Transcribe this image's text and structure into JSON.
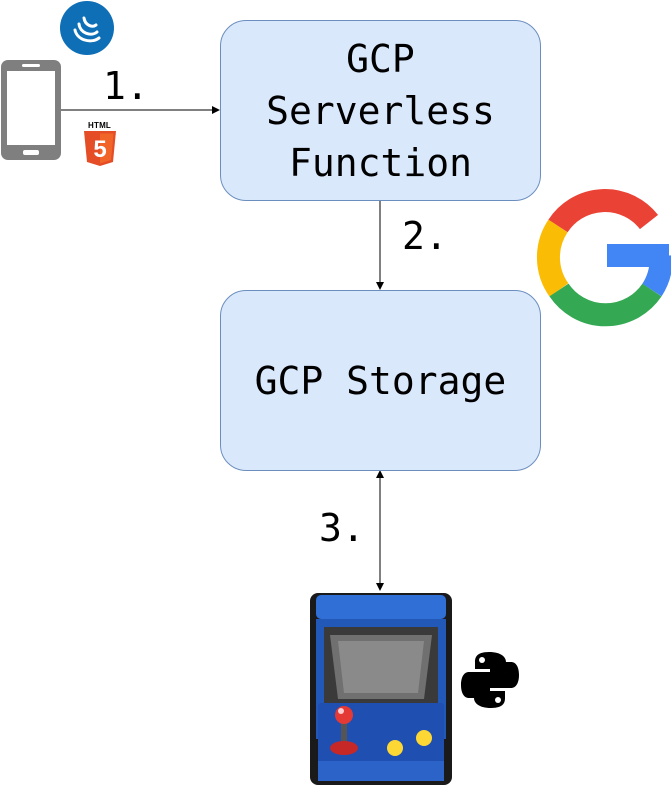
{
  "nodes": {
    "serverless_function": {
      "line1": "GCP",
      "line2": "Serverless",
      "line3": "Function"
    },
    "storage": {
      "label": "GCP Storage"
    }
  },
  "edges": [
    {
      "label": "1.",
      "from": "phone",
      "to": "serverless_function",
      "style": "single-arrow"
    },
    {
      "label": "2.",
      "from": "serverless_function",
      "to": "storage",
      "style": "single-arrow"
    },
    {
      "label": "3.",
      "from": "storage",
      "to": "arcade",
      "style": "double-arrow"
    }
  ],
  "icons": {
    "phone": "smartphone-icon",
    "jquery": "jquery-mobile-icon",
    "html5": "html5-icon",
    "html5_badge_text": "HTML",
    "html5_shield_text": "5",
    "google": "google-logo-icon",
    "arcade": "arcade-cabinet-icon",
    "python": "python-logo-icon"
  },
  "colors": {
    "box_fill": "#dae8fc",
    "box_stroke": "#6c8ebf",
    "html5_orange": "#e44d26",
    "jquery_blue": "#0e6fb6",
    "google_red": "#ea4335",
    "google_yellow": "#fbbc05",
    "google_green": "#34a853",
    "google_blue": "#4285f4"
  }
}
